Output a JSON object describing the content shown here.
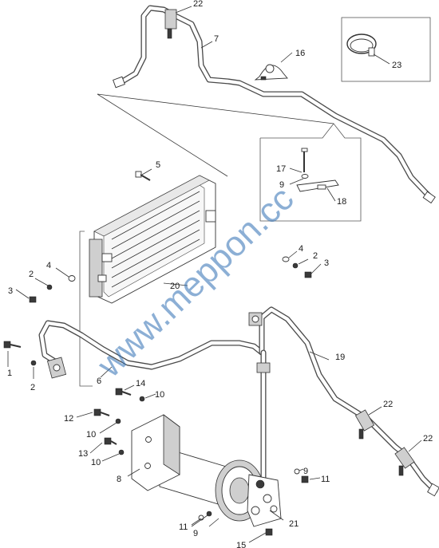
{
  "diagram": {
    "callouts": {
      "c1": "1",
      "c2a": "2",
      "c2b": "2",
      "c2c": "2",
      "c3a": "3",
      "c3b": "3",
      "c4a": "4",
      "c4b": "4",
      "c5": "5",
      "c6": "6",
      "c7": "7",
      "c8": "8",
      "c9a": "9",
      "c9b": "9",
      "c9c": "9",
      "c10a": "10",
      "c10b": "10",
      "c10c": "10",
      "c11a": "11",
      "c11b": "11",
      "c12": "12",
      "c13": "13",
      "c14": "14",
      "c15": "15",
      "c16": "16",
      "c17": "17",
      "c18": "18",
      "c19": "19",
      "c20": "20",
      "c21": "21",
      "c22a": "22",
      "c22b": "22",
      "c22c": "22",
      "c23": "23"
    },
    "watermark": "www.meppon.cc"
  }
}
